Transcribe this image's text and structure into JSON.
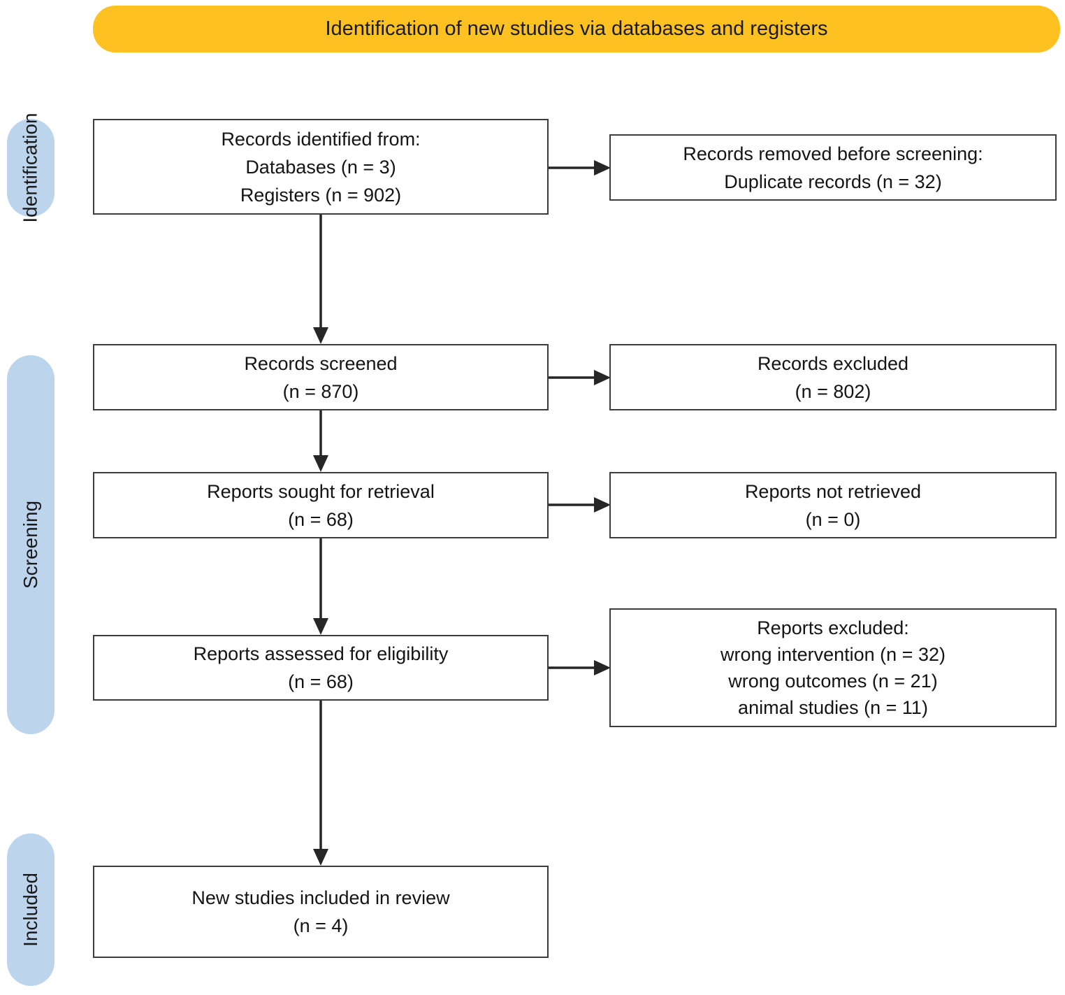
{
  "banner": {
    "label": "Identification of new studies via databases and registers"
  },
  "stages": {
    "identification": "Identification",
    "screening": "Screening",
    "included": "Included"
  },
  "boxes": {
    "records_identified": {
      "lines": [
        "Records identified from:",
        "Databases (n = 3)",
        "Registers (n = 902)"
      ]
    },
    "records_removed": {
      "lines": [
        "Records removed before screening:",
        "Duplicate records (n = 32)"
      ]
    },
    "records_screened": {
      "lines": [
        "Records screened",
        "(n = 870)"
      ]
    },
    "records_excluded": {
      "lines": [
        "Records excluded",
        "(n = 802)"
      ]
    },
    "reports_sought": {
      "lines": [
        "Reports sought for retrieval",
        "(n = 68)"
      ]
    },
    "reports_not_retrieved": {
      "lines": [
        "Reports not retrieved",
        "(n = 0)"
      ]
    },
    "reports_assessed": {
      "lines": [
        "Reports assessed for eligibility",
        "(n = 68)"
      ]
    },
    "reports_excluded": {
      "lines": [
        "Reports excluded:",
        "wrong intervention (n = 32)",
        "wrong outcomes (n = 21)",
        "animal studies (n = 11)"
      ]
    },
    "new_studies": {
      "lines": [
        "New studies included in review",
        "(n = 4)"
      ]
    }
  },
  "colors": {
    "banner_bg": "#FDC221",
    "stage_bg": "#BDD5EC",
    "box_border": "#3D3D3D",
    "arrow": "#262626",
    "text": "#111111"
  }
}
